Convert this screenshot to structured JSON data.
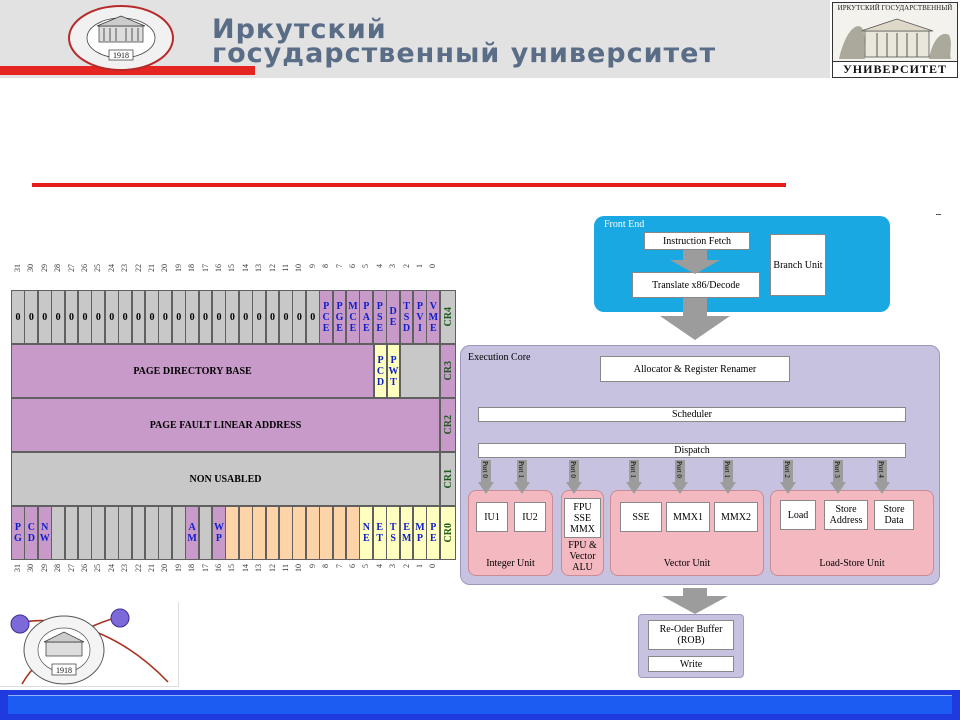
{
  "header": {
    "title_line1": "Иркутский",
    "title_line2": "государственный университет",
    "seal_text": "ИРКУТСКИЙ ГОСУДАРСТВЕННЫЙ УНИВЕРСИТЕТ",
    "seal_year": "1918",
    "right_logo_top": "ИРКУТСКИЙ ГОСУДАРСТВЕННЫЙ",
    "right_logo_bottom": "УНИВЕРСИТЕТ",
    "colors": {
      "band": "#e2e2e2",
      "accent_red": "#e52521",
      "title": "#5a6d86"
    }
  },
  "register_table": {
    "bit_numbers": [
      "31",
      "30",
      "29",
      "28",
      "27",
      "26",
      "25",
      "24",
      "23",
      "22",
      "21",
      "20",
      "19",
      "18",
      "17",
      "16",
      "15",
      "14",
      "13",
      "12",
      "11",
      "10",
      "9",
      "8",
      "7",
      "6",
      "5",
      "4",
      "3",
      "2",
      "1",
      "0"
    ],
    "cr4": {
      "label": "CR4",
      "zeros": [
        "0",
        "0",
        "0",
        "0",
        "0",
        "0",
        "0",
        "0",
        "0",
        "0",
        "0",
        "0",
        "0",
        "0",
        "0",
        "0",
        "0",
        "0",
        "0",
        "0",
        "0",
        "0",
        "0"
      ],
      "flags": [
        "P C E",
        "P G E",
        "M C E",
        "P A E",
        "P S E",
        "D E",
        "T S D",
        "P V I",
        "V M E"
      ]
    },
    "cr3": {
      "label": "CR3",
      "base": "PAGE DIRECTORY BASE",
      "pcd": "P C D",
      "pwt": "P W T"
    },
    "cr2": {
      "label": "CR2",
      "text": "PAGE FAULT LINEAR ADDRESS"
    },
    "cr1": {
      "label": "CR1",
      "text": "NON USABLED"
    },
    "cr0": {
      "label": "CR0",
      "pg": "P G",
      "cd": "C D",
      "nw": "N W",
      "am": "A M",
      "wp": "W P",
      "ne": "N E",
      "et": "E T",
      "ts": "T S",
      "em": "E M",
      "mp": "M P",
      "pe": "P E"
    }
  },
  "diagram": {
    "front_end": "Front End",
    "instruction_fetch": "Instruction Fetch",
    "translate": "Translate x86/Decode",
    "branch_unit": "Branch Unit",
    "execution_core": "Execution Core",
    "allocator": "Allocator & Register Renamer",
    "scheduler": "Scheduler",
    "dispatch": "Dispatch",
    "ports": [
      "Port 0",
      "Port 1",
      "Port 0",
      "Port 1",
      "Port 0",
      "Port 1",
      "Port 2",
      "Port 3",
      "Port 4"
    ],
    "iu1": "IU1",
    "iu2": "IU2",
    "integer_unit": "Integer Unit",
    "fpu": "FPU SSE MMX",
    "fpu_label": "FPU & Vector ALU",
    "sse": "SSE",
    "mmx1": "MMX1",
    "mmx2": "MMX2",
    "vector_unit": "Vector Unit",
    "load": "Load",
    "store_address": "Store Address",
    "store_data": "Store Data",
    "load_store_unit": "Load-Store Unit",
    "rob": "Re-Oder Buffer (ROB)",
    "write": "Write",
    "colors": {
      "front_end": "#19a8e2",
      "core": "#c6c2e0",
      "unit": "#f3b8c0",
      "arrow": "#9c9c9c"
    }
  },
  "footer": {
    "colors": {
      "bar": "#1f3be0"
    }
  }
}
